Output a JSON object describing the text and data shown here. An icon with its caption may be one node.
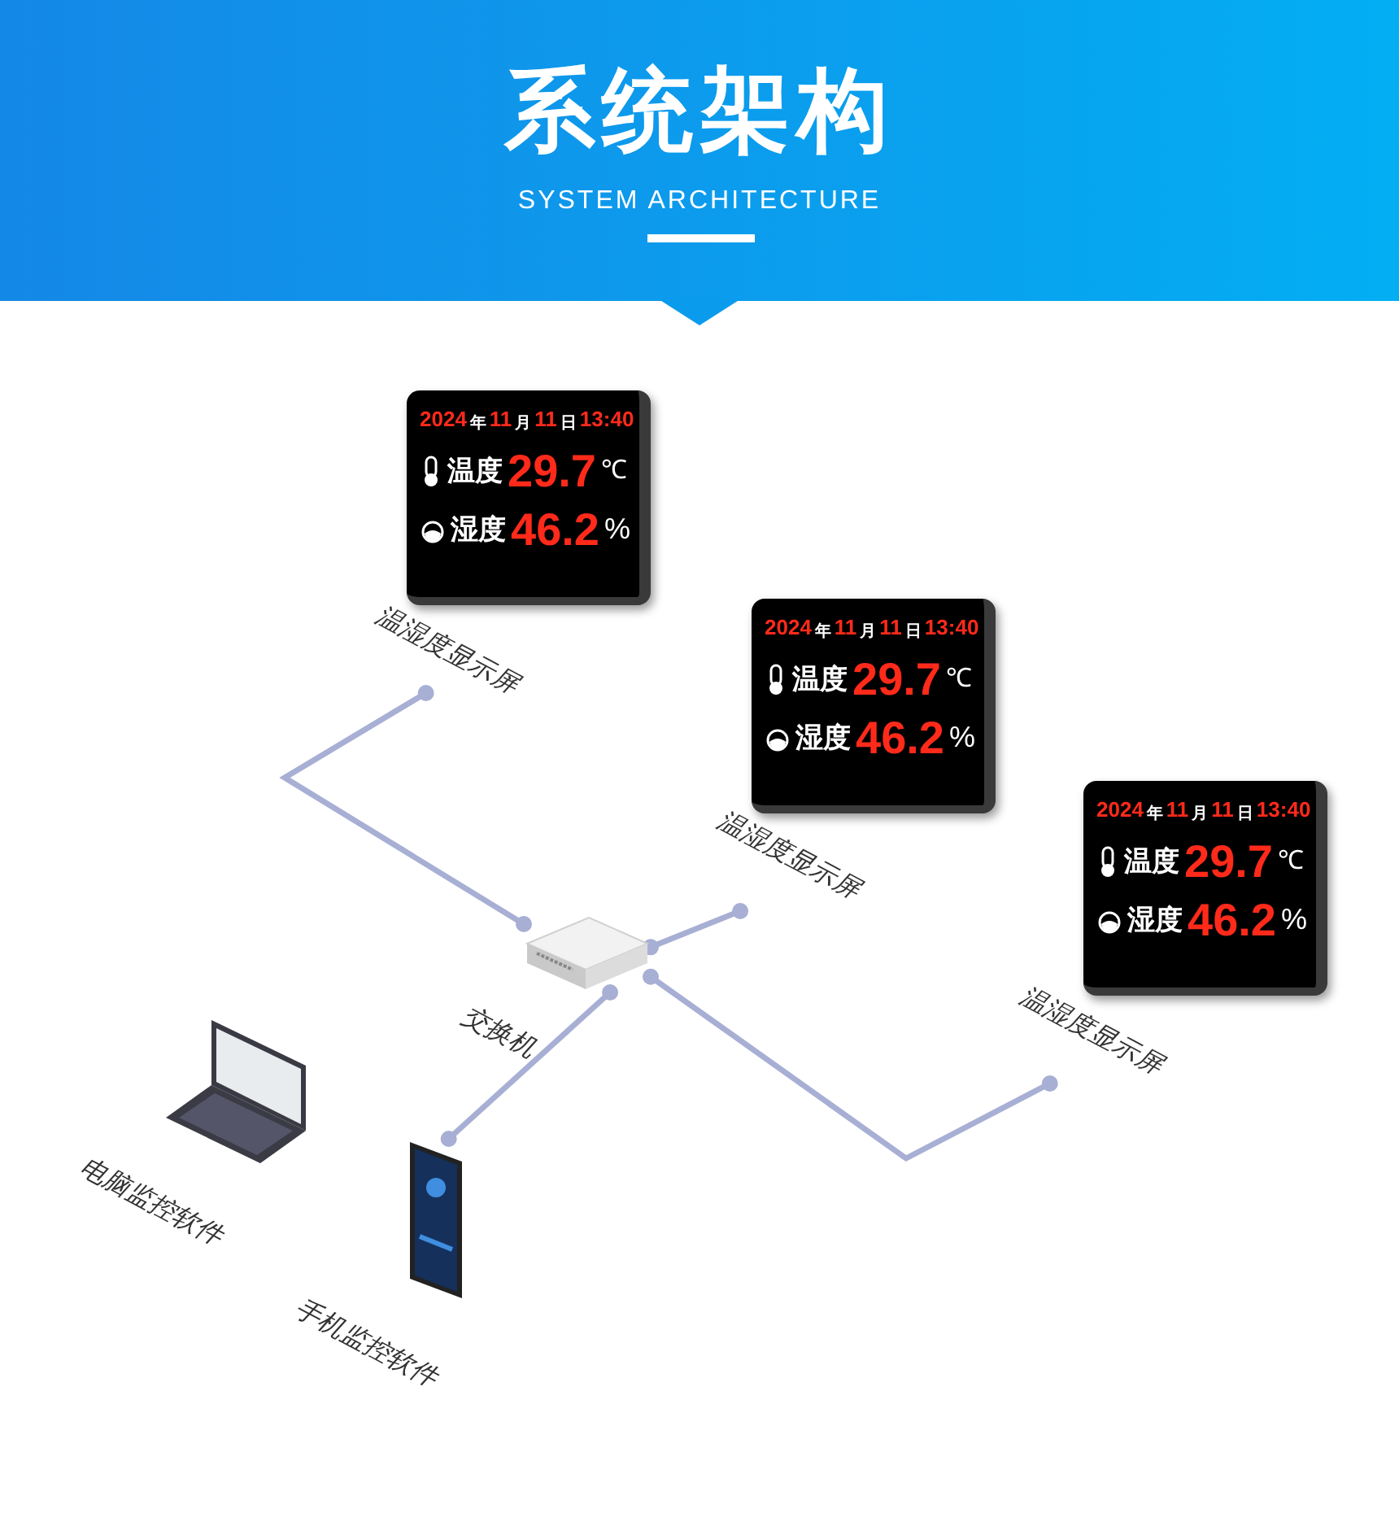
{
  "diagram": {
    "title": "系统架构",
    "nodes": [
      {
        "text": [
          "2024",
          "年",
          "11",
          "月",
          "11",
          "日",
          "13:40",
          "温度",
          "29.7",
          "℃",
          "湿度",
          "46.2",
          "%"
        ],
        "beside": [
          "温湿度显示屏"
        ]
      },
      {
        "text": [
          "2024",
          "年",
          "11",
          "月",
          "11",
          "日",
          "13:40",
          "温度",
          "29.7",
          "℃",
          "湿度",
          "46.2",
          "%"
        ],
        "beside": [
          "温湿度显示屏"
        ]
      },
      {
        "text": [
          "2024",
          "年",
          "11",
          "月",
          "11",
          "日",
          "13:40",
          "温度",
          "29.7",
          "℃",
          "湿度",
          "46.2",
          "%"
        ],
        "beside": [
          "温湿度显示屏"
        ]
      },
      {
        "text": [],
        "shape": "box",
        "beside": [
          "交换机"
        ]
      },
      {
        "text": [],
        "shape": "picture",
        "beside": [
          "电脑监控软件"
        ]
      },
      {
        "text": [],
        "shape": "picture",
        "beside": [
          "手机监控软件"
        ]
      }
    ],
    "edges": [
      {
        "from": 0,
        "to": 3,
        "arrow": "other"
      },
      {
        "from": 1,
        "to": 3,
        "arrow": "other"
      },
      {
        "from": 3,
        "to": 2,
        "arrow": "other"
      },
      {
        "from": 5,
        "to": 3,
        "arrow": "other"
      }
    ],
    "labels": [
      "SYSTEM ARCHITECTURE"
    ]
  }
}
